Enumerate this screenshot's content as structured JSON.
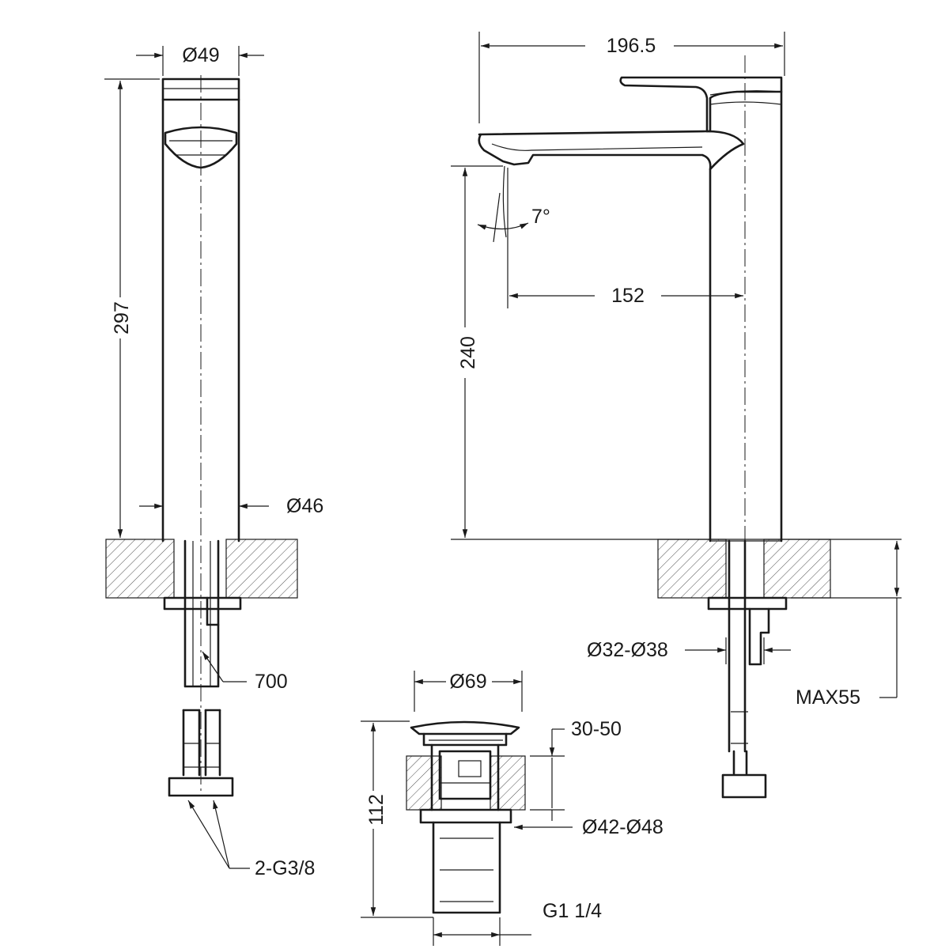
{
  "labels": {
    "d49": "Ø49",
    "h297": "297",
    "d46": "Ø46",
    "hose700": "700",
    "connection": "2-G3/8",
    "w1965": "196.5",
    "angle": "7°",
    "reach152": "152",
    "h240": "240",
    "d3238": "Ø32-Ø38",
    "max55": "MAX55",
    "d69": "Ø69",
    "range3050": "30-50",
    "h112": "112",
    "d4248": "Ø42-Ø48",
    "g114": "G1 1/4"
  }
}
